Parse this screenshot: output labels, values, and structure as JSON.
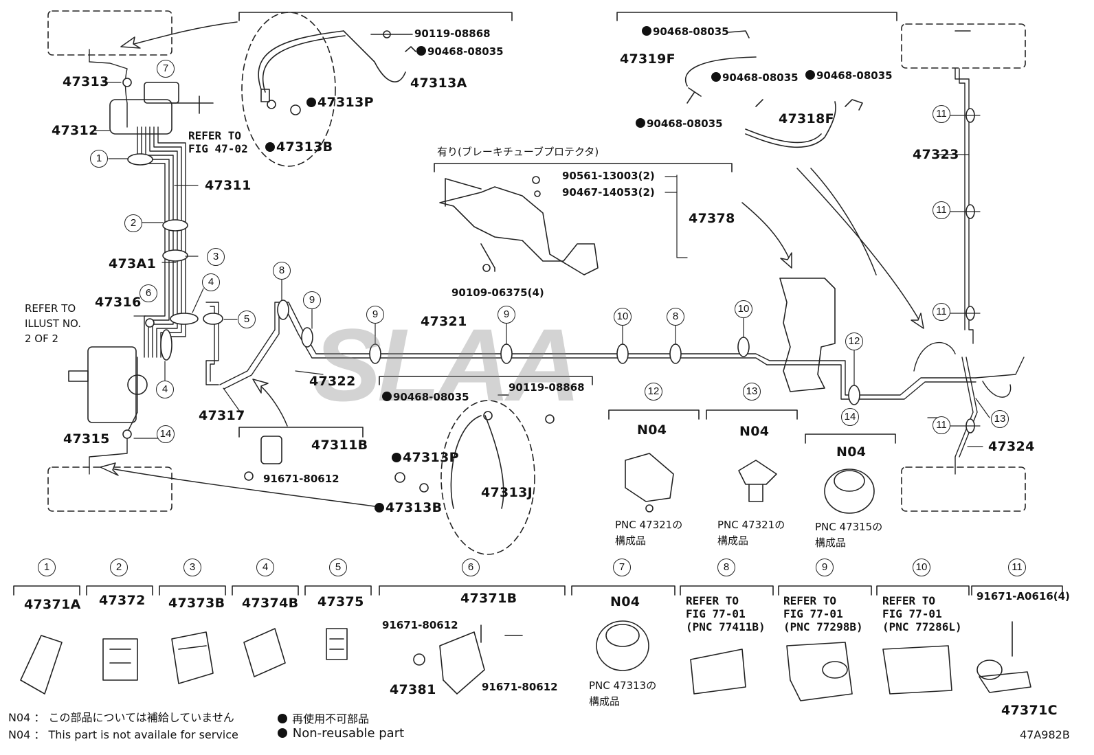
{
  "diagram": {
    "code": "47A982B",
    "watermark": "SLAA",
    "callouts": [
      {
        "id": "c-47313",
        "text": "47313"
      },
      {
        "id": "c-47312",
        "text": "47312"
      },
      {
        "id": "c-47311",
        "text": "47311"
      },
      {
        "id": "c-473A1",
        "text": "473A1"
      },
      {
        "id": "c-47316",
        "text": "47316"
      },
      {
        "id": "c-47317",
        "text": "47317"
      },
      {
        "id": "c-47315",
        "text": "47315"
      },
      {
        "id": "c-47322",
        "text": "47322"
      },
      {
        "id": "c-47321",
        "text": "47321"
      },
      {
        "id": "c-47323",
        "text": "47323"
      },
      {
        "id": "c-47324",
        "text": "47324"
      },
      {
        "id": "c-47378",
        "text": "47378"
      },
      {
        "id": "c-47319F",
        "text": "47319F"
      },
      {
        "id": "c-47318F",
        "text": "47318F"
      },
      {
        "id": "c-47313A",
        "text": "47313A"
      },
      {
        "id": "c-47313J",
        "text": "47313J"
      },
      {
        "id": "c-47311B",
        "text": "47311B"
      },
      {
        "id": "c-90119-a",
        "text": "90119-08868"
      },
      {
        "id": "c-90468-a",
        "text": "90468-08035",
        "nonreusable": true
      },
      {
        "id": "c-47313P-a",
        "text": "47313P",
        "nonreusable": true
      },
      {
        "id": "c-47313B-a",
        "text": "47313B",
        "nonreusable": true
      },
      {
        "id": "c-90468-b",
        "text": "90468-08035",
        "nonreusable": true
      },
      {
        "id": "c-90468-c",
        "text": "90468-08035",
        "nonreusable": true
      },
      {
        "id": "c-90468-d",
        "text": "90468-08035",
        "nonreusable": true
      },
      {
        "id": "c-90468-e",
        "text": "90468-08035",
        "nonreusable": true
      },
      {
        "id": "c-90561",
        "text": "90561-13003(2)"
      },
      {
        "id": "c-90467",
        "text": "90467-14053(2)"
      },
      {
        "id": "c-90109",
        "text": "90109-06375(4)"
      },
      {
        "id": "c-90468-f",
        "text": "90468-08035",
        "nonreusable": true
      },
      {
        "id": "c-90119-b",
        "text": "90119-08868"
      },
      {
        "id": "c-47313P-b",
        "text": "47313P",
        "nonreusable": true
      },
      {
        "id": "c-47313B-b",
        "text": "47313B",
        "nonreusable": true
      },
      {
        "id": "c-91671-a",
        "text": "91671-80612"
      }
    ],
    "refer_fig_47": "REFER TO\nFIG 47-02",
    "refer_illust": "REFER TO\nILLUST NO.\n2 OF 2",
    "protector_label": "有り(ブレーキチューブプロテクタ)",
    "clamp_numbers": [
      "1",
      "2",
      "3",
      "4",
      "5",
      "6",
      "7",
      "8",
      "9",
      "10",
      "11",
      "12",
      "13",
      "14"
    ],
    "top_details": [
      {
        "num": "12",
        "code": "N04",
        "note": "PNC 47321の\n構成品"
      },
      {
        "num": "13",
        "code": "N04",
        "note": "PNC 47321の\n構成品"
      },
      {
        "num": "14",
        "code": "N04",
        "note": "PNC 47315の\n構成品"
      }
    ],
    "bottom_details": [
      {
        "num": "1",
        "part": "47371A"
      },
      {
        "num": "2",
        "part": "47372"
      },
      {
        "num": "3",
        "part": "47373B"
      },
      {
        "num": "4",
        "part": "47374B"
      },
      {
        "num": "5",
        "part": "47375"
      },
      {
        "num": "6",
        "part": "47371B",
        "sub": [
          "91671-80612",
          "47381",
          "91671-80612"
        ]
      },
      {
        "num": "7",
        "part": "N04",
        "note": "PNC 47313の\n構成品"
      },
      {
        "num": "8",
        "refer": "REFER TO\nFIG 77-01\n(PNC 77411B)"
      },
      {
        "num": "9",
        "refer": "REFER TO\nFIG 77-01\n(PNC 77298B)"
      },
      {
        "num": "10",
        "refer": "REFER TO\nFIG 77-01\n(PNC 77286L)"
      },
      {
        "num": "11",
        "part": "47371C",
        "sub": [
          "91671-A0616(4)"
        ]
      }
    ],
    "legend": {
      "n04_jp": "N04 ： この部品については補給していません",
      "n04_en": "N04 ：  This part is not availale for service",
      "dot_jp": "再使用不可部品",
      "dot_en": "Non-reusable part"
    }
  }
}
